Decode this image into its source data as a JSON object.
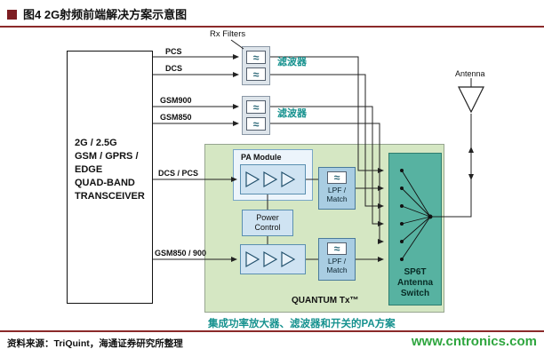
{
  "header": {
    "title": "图4  2G射频前端解决方案示意图"
  },
  "transceiver": {
    "line1": "2G / 2.5G",
    "line2": "GSM / GPRS /",
    "line3": "EDGE",
    "line4": "QUAD-BAND",
    "line5": "TRANSCEIVER"
  },
  "signals": {
    "pcs": "PCS",
    "dcs": "DCS",
    "gsm900": "GSM900",
    "gsm850": "GSM850",
    "dcs_pcs": "DCS / PCS",
    "gsm850_900": "GSM850 / 900"
  },
  "rx": {
    "label": "Rx Filters",
    "filter_cn": "滤波器"
  },
  "icons": {
    "wave": "≈"
  },
  "pa": {
    "module_label": "PA Module",
    "power_line1": "Power",
    "power_line2": "Control",
    "lpf_line1": "LPF /",
    "lpf_line2": "Match",
    "quantum_label": "QUANTUM Tx™"
  },
  "antenna_switch": {
    "line1": "SP6T",
    "line2": "Antenna",
    "line3": "Switch"
  },
  "antenna_label": "Antenna",
  "caption": "集成功率放大器、滤波器和开关的PA方案",
  "footer": {
    "source": "资料来源：TriQuint，海通证券研究所整理",
    "watermark": "www.cntronics.com"
  },
  "colors": {
    "accent_teal": "#17928f",
    "green_panel": "#d5e7c3",
    "switch_teal": "#57b2a1",
    "cell_blue": "#cfe3f2",
    "lpf_blue": "#a9cde2",
    "title_maroon": "#7d1d22",
    "rule_maroon": "#8b2a2a",
    "watermark_green": "#2fa63f"
  }
}
